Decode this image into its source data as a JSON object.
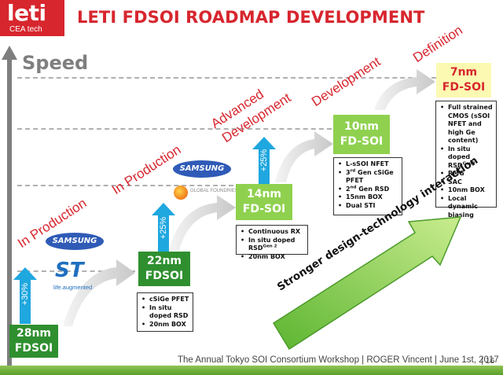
{
  "logo": {
    "name": "leti",
    "sub": "CEA tech"
  },
  "title": "LETI FDSOI ROADMAP DEVELOPMENT",
  "axis_label": "Speed",
  "nodes": [
    {
      "label_line1": "28nm",
      "label_line2": "FDSOI"
    },
    {
      "label_line1": "22nm",
      "label_line2": "FDSOI"
    },
    {
      "label_line1": "14nm",
      "label_line2": "FD-SOI"
    },
    {
      "label_line1": "10nm",
      "label_line2": "FD-SOI"
    },
    {
      "label_line1": "7nm",
      "label_line2": "FD-SOI"
    }
  ],
  "stages": [
    {
      "text": "In Production"
    },
    {
      "text": "In Production"
    },
    {
      "text": "Advanced"
    },
    {
      "text": "Development"
    },
    {
      "text": "Development"
    },
    {
      "text": "Definition"
    }
  ],
  "gains": [
    {
      "text": "+30%"
    },
    {
      "text": "+25%"
    },
    {
      "text": "+25%"
    }
  ],
  "partners": {
    "samsung_1": "SAMSUNG",
    "samsung_2": "SAMSUNG",
    "st_logo": "ST",
    "st_tag": "life.augmented",
    "globalfoundries": "GLOBAL FOUNDRIES"
  },
  "notes": {
    "n22": [
      "cSiGe PFET",
      "In situ doped RSD",
      "20nm BOX"
    ],
    "n14_a": "Continuous RX",
    "n14_b": "In situ doped RSD",
    "n14_b_sup": "Gen 2",
    "n14_c": "20nm BOX",
    "n10_a": "L-sSOI NFET",
    "n10_b_pre": "3",
    "n10_b_sup": "rd",
    "n10_b_post": " Gen cSiGe PFET",
    "n10_c_pre": "2",
    "n10_c_sup": "nd",
    "n10_c_post": " Gen RSD",
    "n10_d": "15nm BOX",
    "n10_e": "Dual STI",
    "n7_a": "Full strained CMOS (sSOI NFET and high Ge content)",
    "n7_b": "In situ doped RSD",
    "n7_b_sup": "Gen3",
    "n7_c": "RMG",
    "n7_d": "SAC",
    "n7_e": "10nm BOX",
    "n7_f": "Local dynamic biasing"
  },
  "big_arrow_text": "Stronger design-technology interaction",
  "footer": "The Annual Tokyo SOI Consortium Workshop | ROGER Vincent | June 1st, 2017",
  "page_number": "| 16",
  "colors": {
    "red": "#d7262e",
    "dark_green": "#2f8f2f",
    "light_green": "#8fd14f",
    "blue_arrow": "#1fa7df",
    "pale_yellow": "#fbf9b2"
  }
}
